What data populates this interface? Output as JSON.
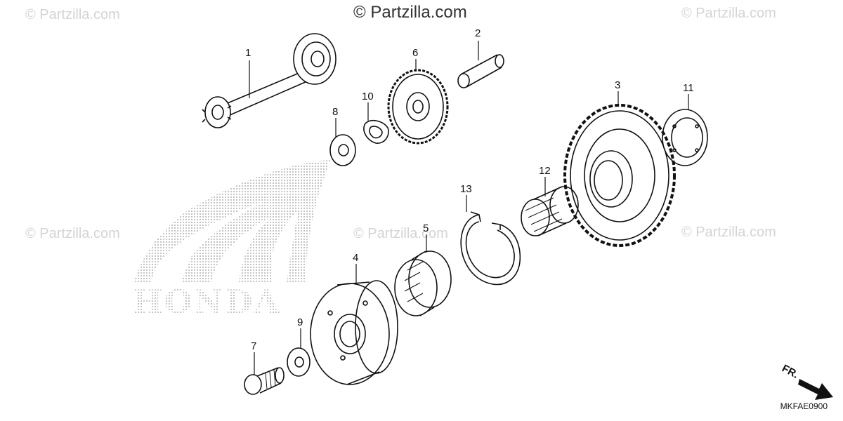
{
  "watermarks": {
    "main": "© Partzilla.com",
    "side": "© Partzilla.com"
  },
  "brand_text": "HONDA",
  "diagram_code": "MKFAE0900",
  "direction_label": "FR.",
  "callouts": [
    "1",
    "2",
    "3",
    "4",
    "5",
    "6",
    "7",
    "8",
    "9",
    "10",
    "11",
    "12",
    "13"
  ],
  "colors": {
    "line": "#111111",
    "watermark": "#d4d4d4",
    "logo_dots": "#9a9a9a"
  }
}
